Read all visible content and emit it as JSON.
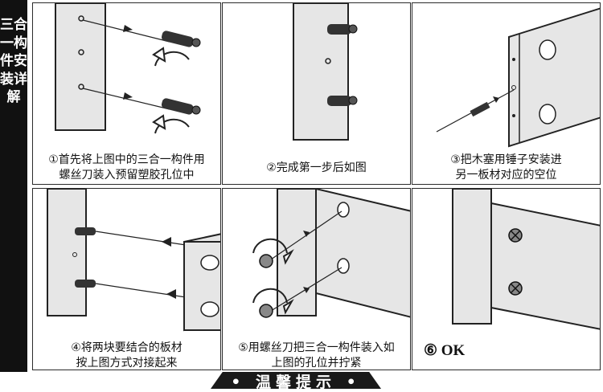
{
  "sidebar_title": "三合一构件安装详解",
  "steps": [
    {
      "id": 1,
      "lines": [
        "①首先将上图中的三合一构件用",
        "螺丝刀装入预留塑胶孔位中"
      ]
    },
    {
      "id": 2,
      "lines": [
        "②完成第一步后如图"
      ]
    },
    {
      "id": 3,
      "lines": [
        "③把木塞用锤子安装进",
        "另一板材对应的空位"
      ]
    },
    {
      "id": 4,
      "lines": [
        "④将两块要结合的板材",
        "按上图方式对接起来"
      ]
    },
    {
      "id": 5,
      "lines": [
        "⑤用螺丝刀把三合一构件装入如",
        "上图的孔位并拧紧"
      ]
    },
    {
      "id": 6,
      "lines": [
        "⑥ OK"
      ]
    }
  ],
  "footer_banner": "• 温馨提示 •",
  "colors": {
    "sidebar_bg": "#111111",
    "panel_border": "#2b2b2b",
    "board_fill": "#e6e6e6"
  }
}
